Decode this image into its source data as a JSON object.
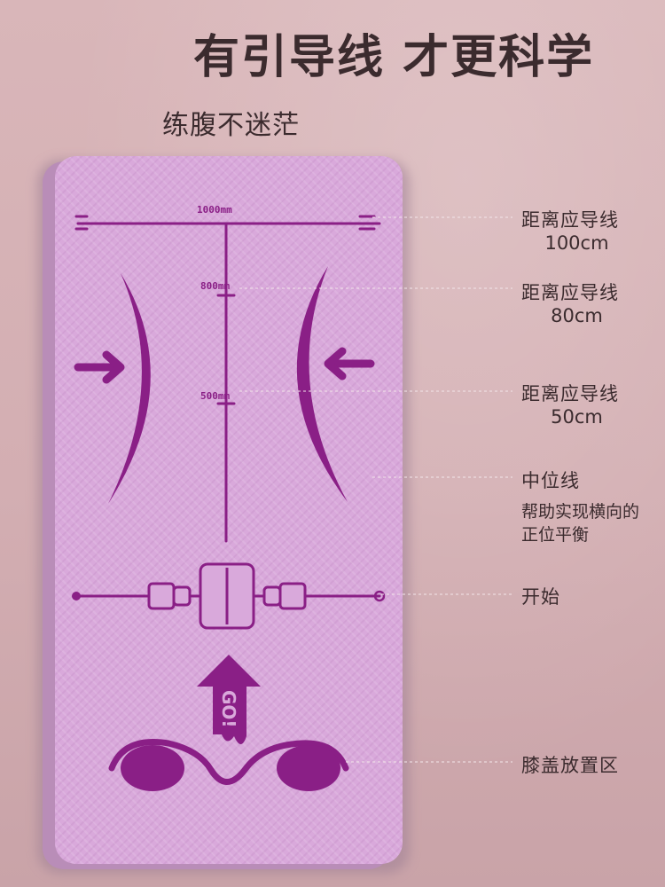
{
  "title": "有引导线 才更科学",
  "subtitle": "练腹不迷茫",
  "mat": {
    "labels": {
      "mm1000": "1000mm",
      "mm800": "800mm",
      "mm500": "500mm",
      "go": "GO!"
    },
    "color": "#d9a9db",
    "line_color": "#8a1f86"
  },
  "annotations": {
    "guide_100": {
      "title": "距离应导线",
      "value": "100cm"
    },
    "guide_80": {
      "title": "距离应导线",
      "value": "80cm"
    },
    "guide_50": {
      "title": "距离应导线",
      "value": "50cm"
    },
    "midline": {
      "title": "中位线",
      "desc_1": "帮助实现横向的",
      "desc_2": "正位平衡"
    },
    "start": {
      "title": "开始"
    },
    "knee": {
      "title": "膝盖放置区"
    }
  }
}
